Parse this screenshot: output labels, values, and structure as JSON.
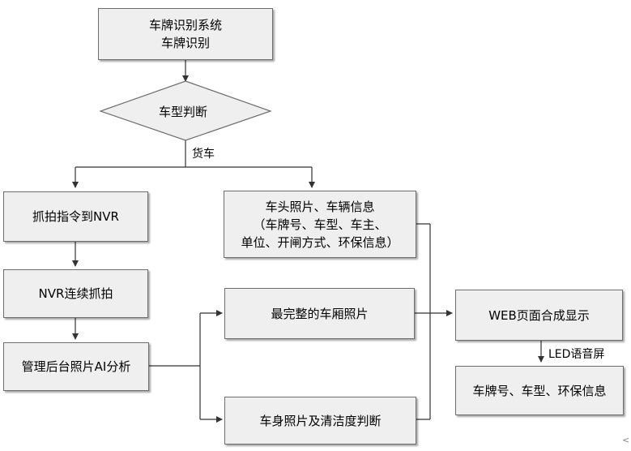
{
  "nodes": {
    "system": {
      "line1": "车牌识别系统",
      "line2": "车牌识别"
    },
    "judge": "车型判断",
    "branch_label": "货车",
    "capture_cmd": "抓拍指令到NVR",
    "nvr_capture": "NVR连续抓拍",
    "ai_analysis": "管理后台照片AI分析",
    "head_photo": {
      "line1": "车头照片、车辆信息",
      "line2": "（车牌号、车型、车主、",
      "line3": "单位、开闸方式、环保信息）"
    },
    "cargo_photo": "最完整的车厢照片",
    "body_photo": "车身照片及清洁度判断",
    "web_display": "WEB页面合成显示",
    "led_label": "LED语音屏",
    "plate_info": "车牌号、车型、环保信息"
  },
  "corner_mark": "<"
}
